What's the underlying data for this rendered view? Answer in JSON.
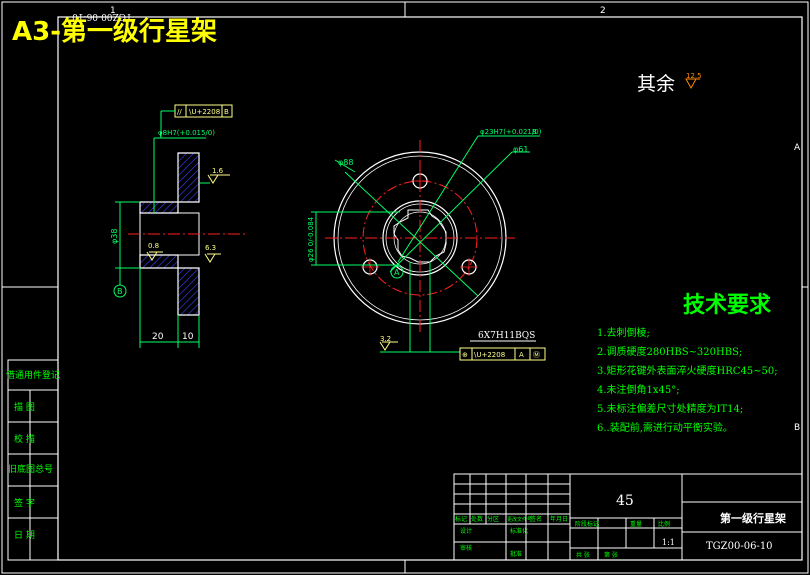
{
  "title_overlay": "A3-第一级行星架",
  "zone_labels": {
    "top_1": "1",
    "top_2": "2",
    "right_a": "A",
    "right_b": "B"
  },
  "surface_note": {
    "text": "其余",
    "roughness": "12.5"
  },
  "left_view": {
    "tolerance_frame": [
      "//",
      "\\U+2208",
      "B"
    ],
    "bore_dim": "φ8H7(+0.015/0)",
    "roughness_top": "1.6",
    "roughness_mid": "0.8",
    "roughness_right": "6.3",
    "dim_height": "φ38",
    "datum": "B",
    "dim_20": "20",
    "dim_10": "10"
  },
  "front_view": {
    "dim_88": "φ88",
    "dim_61": "φ61",
    "dim_23": "φ23H7(+0.021/0)",
    "datum_ref": "B",
    "dim_vertical": "φ26 0/-0.084",
    "datum": "A",
    "spline": "6X7H11BQS",
    "roughness": "3.2",
    "tolerance_frame": [
      "⊕",
      "\\U+2208",
      "A",
      "Ⓜ"
    ]
  },
  "tech_requirements": {
    "heading": "技术要求",
    "items": [
      "1.去刺倒棱;",
      "2.调质硬度280HBS~320HBS;",
      "3.矩形花键外表面淬火硬度HRC45~50;",
      "4.未注倒角1x45°;",
      "5.未标注偏差尺寸处精度为IT14;",
      "6..装配前,需进行动平衡实验。"
    ]
  },
  "left_strip": [
    "借通用件登记",
    "描 图",
    "校 描",
    "旧底图总号",
    "签 字",
    "日 期"
  ],
  "title_block": {
    "material": "45",
    "part_name": "第一级行星架",
    "drawing_no": "TGZ00-06-10",
    "scale": "1:1",
    "row_labels": [
      "标记",
      "处数",
      "分区",
      "更改文件号",
      "签名",
      "年月日"
    ],
    "design_labels": [
      "设计",
      "标准化"
    ],
    "review_labels": [
      "审核",
      "批准"
    ],
    "stage_labels": [
      "阶段标记",
      "重量",
      "比例"
    ],
    "sheet_labels": [
      "共 张",
      "第 张"
    ]
  },
  "colors": {
    "background": "#000000",
    "frame": "#ffffff",
    "outline": "#ffffff",
    "dimension": "#00ff66",
    "centerline": "#ff2020",
    "hatch": "#4040ff",
    "text_yellow": "#ffff00",
    "tech_text": "#00ff00",
    "title_block_text": "#ffffff"
  }
}
